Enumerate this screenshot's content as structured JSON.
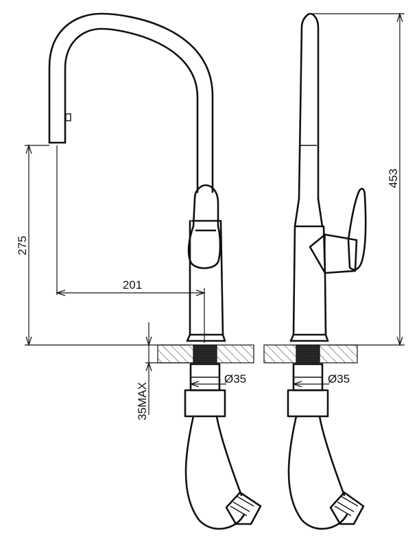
{
  "dimensions": {
    "spout_height": "275",
    "spout_reach": "201",
    "total_height": "453",
    "hole_diameter_front": "Ø35",
    "hole_diameter_side": "Ø35",
    "max_counter_thickness": "35MAX"
  },
  "colors": {
    "line": "#111111",
    "background": "#ffffff",
    "thread_fill": "#1a1a1a"
  }
}
